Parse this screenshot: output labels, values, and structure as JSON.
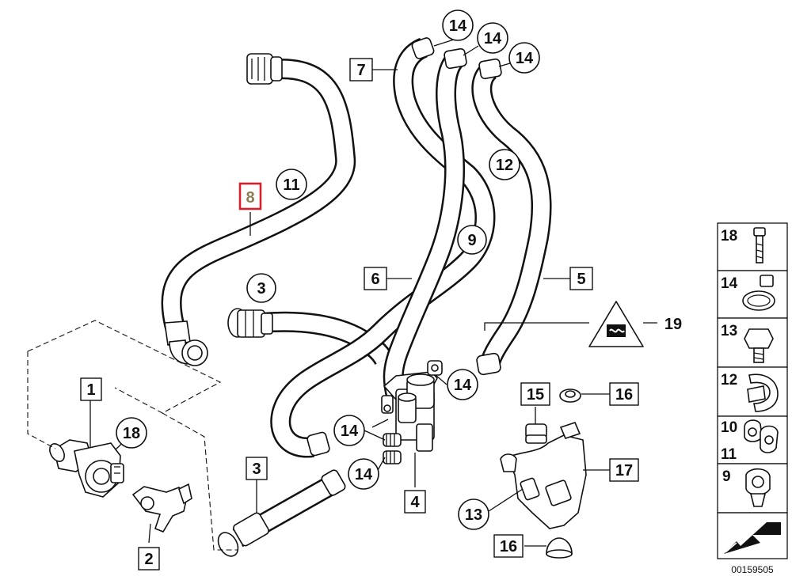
{
  "callouts": {
    "p1": "1",
    "p2": "2",
    "p3a": "3",
    "p3b": "3",
    "p4": "4",
    "p5": "5",
    "p6": "6",
    "p7": "7",
    "p8": "8",
    "p9": "9",
    "p11": "11",
    "p12": "12",
    "p13": "13",
    "p14a": "14",
    "p14b": "14",
    "p14c": "14",
    "p14d": "14",
    "p14e": "14",
    "p14f": "14",
    "p15": "15",
    "p16a": "16",
    "p16b": "16",
    "p17": "17",
    "p18": "18",
    "p19": "19"
  },
  "highlighted_part": "8",
  "legend": {
    "items": [
      {
        "number": "18",
        "icon": "bolt-icon"
      },
      {
        "number": "14",
        "icon": "hose-clamp-icon"
      },
      {
        "number": "13",
        "icon": "hex-bolt-icon"
      },
      {
        "number": "12",
        "icon": "hose-clip-icon"
      },
      {
        "number": "10",
        "icon": "double-clip-icon"
      },
      {
        "number": "11",
        "icon": "double-clip-icon"
      },
      {
        "number": "9",
        "icon": "holder-clip-icon"
      }
    ],
    "footer_icon": "assembly-arrow-icon"
  },
  "doc_number": "00159505",
  "colors": {
    "highlight_frame": "#d8202a",
    "highlight_text": "#8c7d55"
  }
}
